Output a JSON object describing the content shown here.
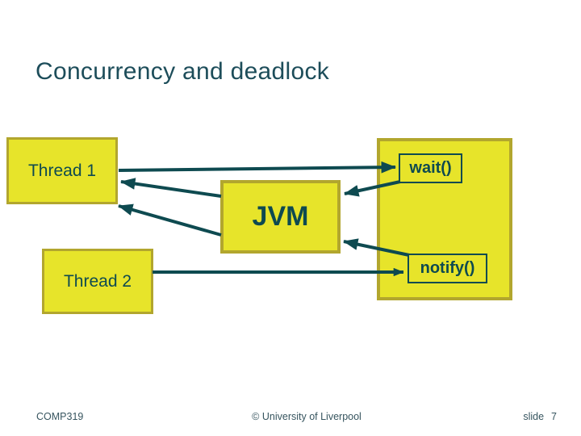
{
  "slide": {
    "title": "Concurrency and deadlock",
    "footer": {
      "course": "COMP319",
      "copyright": "© University of Liverpool",
      "slide_label": "slide",
      "slide_number": "7"
    }
  },
  "diagram": {
    "nodes": [
      {
        "id": "thread1",
        "label": "Thread 1"
      },
      {
        "id": "thread2",
        "label": "Thread 2"
      },
      {
        "id": "jvm",
        "label": "JVM"
      },
      {
        "id": "monitor",
        "label": ""
      },
      {
        "id": "wait",
        "label": "wait()"
      },
      {
        "id": "notify",
        "label": "notify()"
      }
    ],
    "edges": [
      {
        "from": "thread1",
        "to": "wait",
        "arrowhead_at": "wait"
      },
      {
        "from": "wait",
        "to": "jvm",
        "arrowhead_at": "jvm"
      },
      {
        "from": "jvm",
        "to": "thread1",
        "arrowhead_at": "thread1"
      },
      {
        "from": "jvm",
        "to": "thread1",
        "arrowhead_at": "thread1"
      },
      {
        "from": "notify",
        "to": "jvm",
        "arrowhead_at": "jvm"
      },
      {
        "from": "thread2",
        "to": "notify",
        "arrowhead_at": "notify"
      }
    ],
    "colors": {
      "box_fill": "#e7e42a",
      "box_border": "#b2a62e",
      "arrow_and_text": "#0e4a50",
      "title_text": "#1d4d5a",
      "footer_text": "#37555f",
      "background": "#ffffff"
    }
  }
}
